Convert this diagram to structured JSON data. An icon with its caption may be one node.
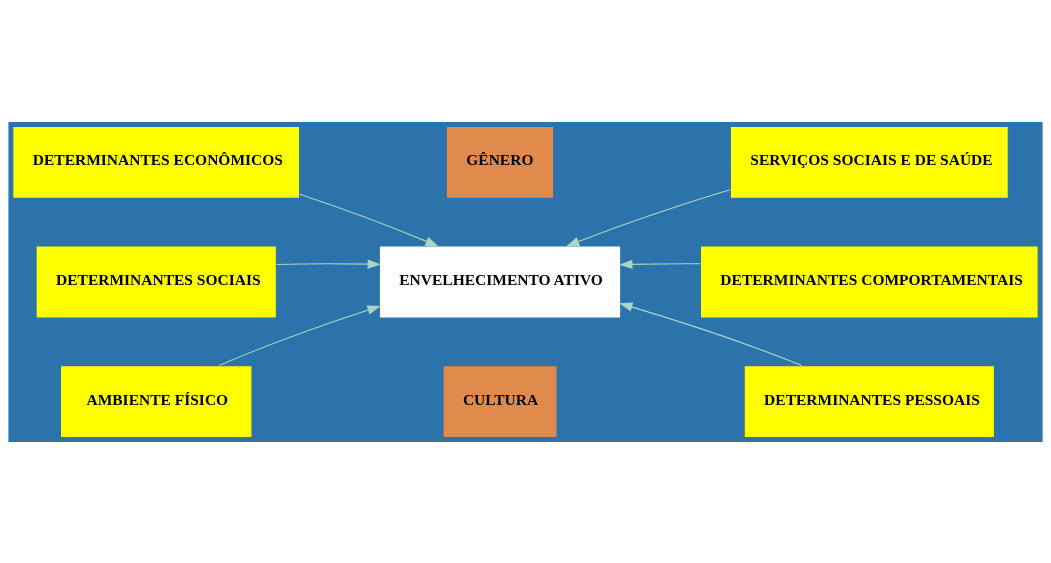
{
  "diagram": {
    "nodes": [
      {
        "text": [
          "GÊNERO"
        ]
      },
      {
        "text": [
          "DETERMINANTES ECONÔMICOS"
        ]
      },
      {
        "text": [
          "SERVIÇOS SOCIAIS E DE SAÚDE"
        ]
      },
      {
        "text": [
          "DETERMINANTES SOCIAIS"
        ]
      },
      {
        "text": [
          "ENVELHECIMENTO ATIVO"
        ]
      },
      {
        "text": [
          "DETERMINANTES COMPORTAMENTAIS"
        ]
      },
      {
        "text": [
          "AMBIENTE FÍSICO"
        ]
      },
      {
        "text": [
          "DETERMINANTES PESSOAIS"
        ]
      },
      {
        "text": [
          "CULTURA"
        ]
      }
    ],
    "edges": [
      {
        "from": 1,
        "to": 4,
        "arrow": "to"
      },
      {
        "from": 2,
        "to": 4,
        "arrow": "to"
      },
      {
        "from": 3,
        "to": 4,
        "arrow": "to"
      },
      {
        "from": 5,
        "to": 4,
        "arrow": "to"
      },
      {
        "from": 6,
        "to": 4,
        "arrow": "to"
      },
      {
        "from": 7,
        "to": 4,
        "arrow": "to"
      }
    ]
  }
}
